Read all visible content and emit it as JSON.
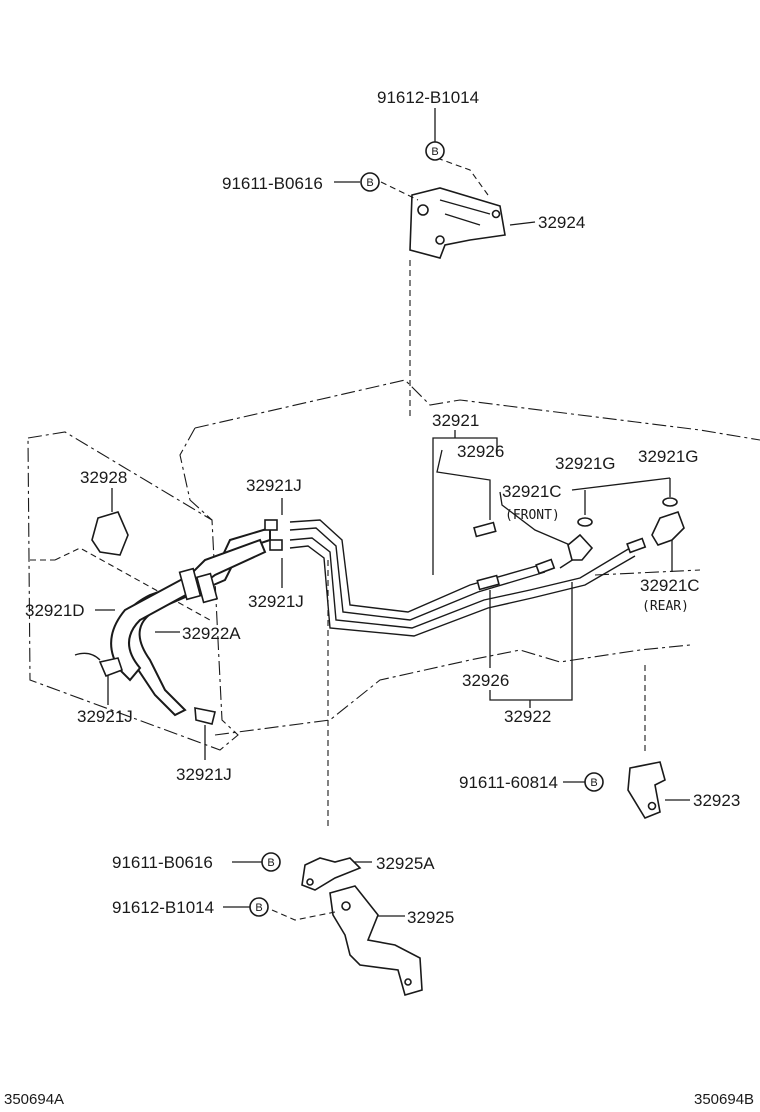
{
  "labels": {
    "p_91612_B1014_top": "91612-B1014",
    "p_91611_B0616_top": "91611-B0616",
    "p_32924": "32924",
    "p_32921": "32921",
    "p_32926_top": "32926",
    "p_32921G_left": "32921G",
    "p_32921G_right": "32921G",
    "p_32921C_front": "32921C",
    "front_note": "(FRONT)",
    "p_32921C_rear": "32921C",
    "rear_note": "(REAR)",
    "p_32928": "32928",
    "p_32921J_top": "32921J",
    "p_32921J_mid": "32921J",
    "p_32921D": "32921D",
    "p_32922A": "32922A",
    "p_32926_bottom": "32926",
    "p_32922": "32922",
    "p_32921J_left": "32921J",
    "p_32921J_bottom": "32921J",
    "p_91611_60814": "91611-60814",
    "p_32923": "32923",
    "p_91611_B0616_bottom": "91611-B0616",
    "p_32925A": "32925A",
    "p_91612_B1014_bottom": "91612-B1014",
    "p_32925": "32925"
  },
  "callout_letter": "B",
  "footer": {
    "left_code": "350694A",
    "right_code": "350694B"
  }
}
